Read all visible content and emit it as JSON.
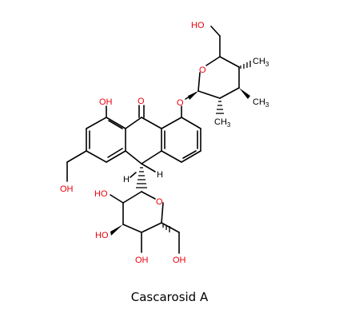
{
  "compound_name": "Cascarosid A",
  "labels": {
    "ho_top": "HO",
    "o_ring_top": "O",
    "o_link": "O",
    "ch3_a": "CH",
    "ch3_b": "CH",
    "ch3_c": "CH",
    "sub3": "3",
    "oh_left": "OH",
    "o_carbonyl": "O",
    "h_left": "H",
    "h_right": "H",
    "oh_bottom_left": "OH",
    "ho_sugar_1": "HO",
    "o_ring_bottom": "O",
    "ho_sugar_2": "HO",
    "oh_sugar_3": "OH",
    "oh_sugar_4": "OH"
  },
  "colors": {
    "heteroatom": "#e8000b",
    "bond": "#000000"
  }
}
